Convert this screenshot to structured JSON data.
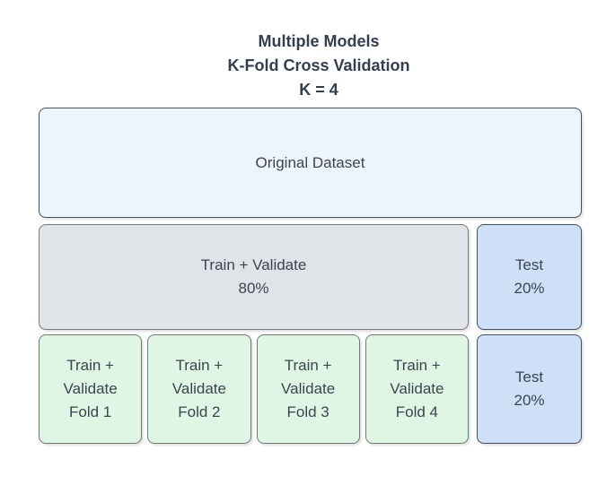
{
  "title": {
    "lines": [
      "Multiple Models",
      "K-Fold Cross Validation",
      "K = 4"
    ]
  },
  "original_dataset": {
    "label": "Original Dataset"
  },
  "holdout_split": {
    "train_validate": {
      "lines": [
        "Train + Validate",
        "80%"
      ]
    },
    "test": {
      "lines": [
        "Test",
        "20%"
      ]
    }
  },
  "kfold_row": {
    "folds": [
      {
        "lines": [
          "Train +",
          "Validate",
          "Fold 1"
        ]
      },
      {
        "lines": [
          "Train +",
          "Validate",
          "Fold 2"
        ]
      },
      {
        "lines": [
          "Train +",
          "Validate",
          "Fold 3"
        ]
      },
      {
        "lines": [
          "Train +",
          "Validate",
          "Fold 4"
        ]
      }
    ],
    "test": {
      "lines": [
        "Test",
        "20%"
      ]
    }
  },
  "colors": {
    "title_text": "#333f4f",
    "box_text": "#3b4450",
    "original_fill": "#edf4fd",
    "original_border": "#42505f",
    "gray_fill": "#e0e3e7",
    "gray_border": "#767b82",
    "test_fill": "#cde0f8",
    "test_border": "#42505f",
    "fold_fill": "#dff6e4",
    "fold_border": "#6e7a70"
  }
}
